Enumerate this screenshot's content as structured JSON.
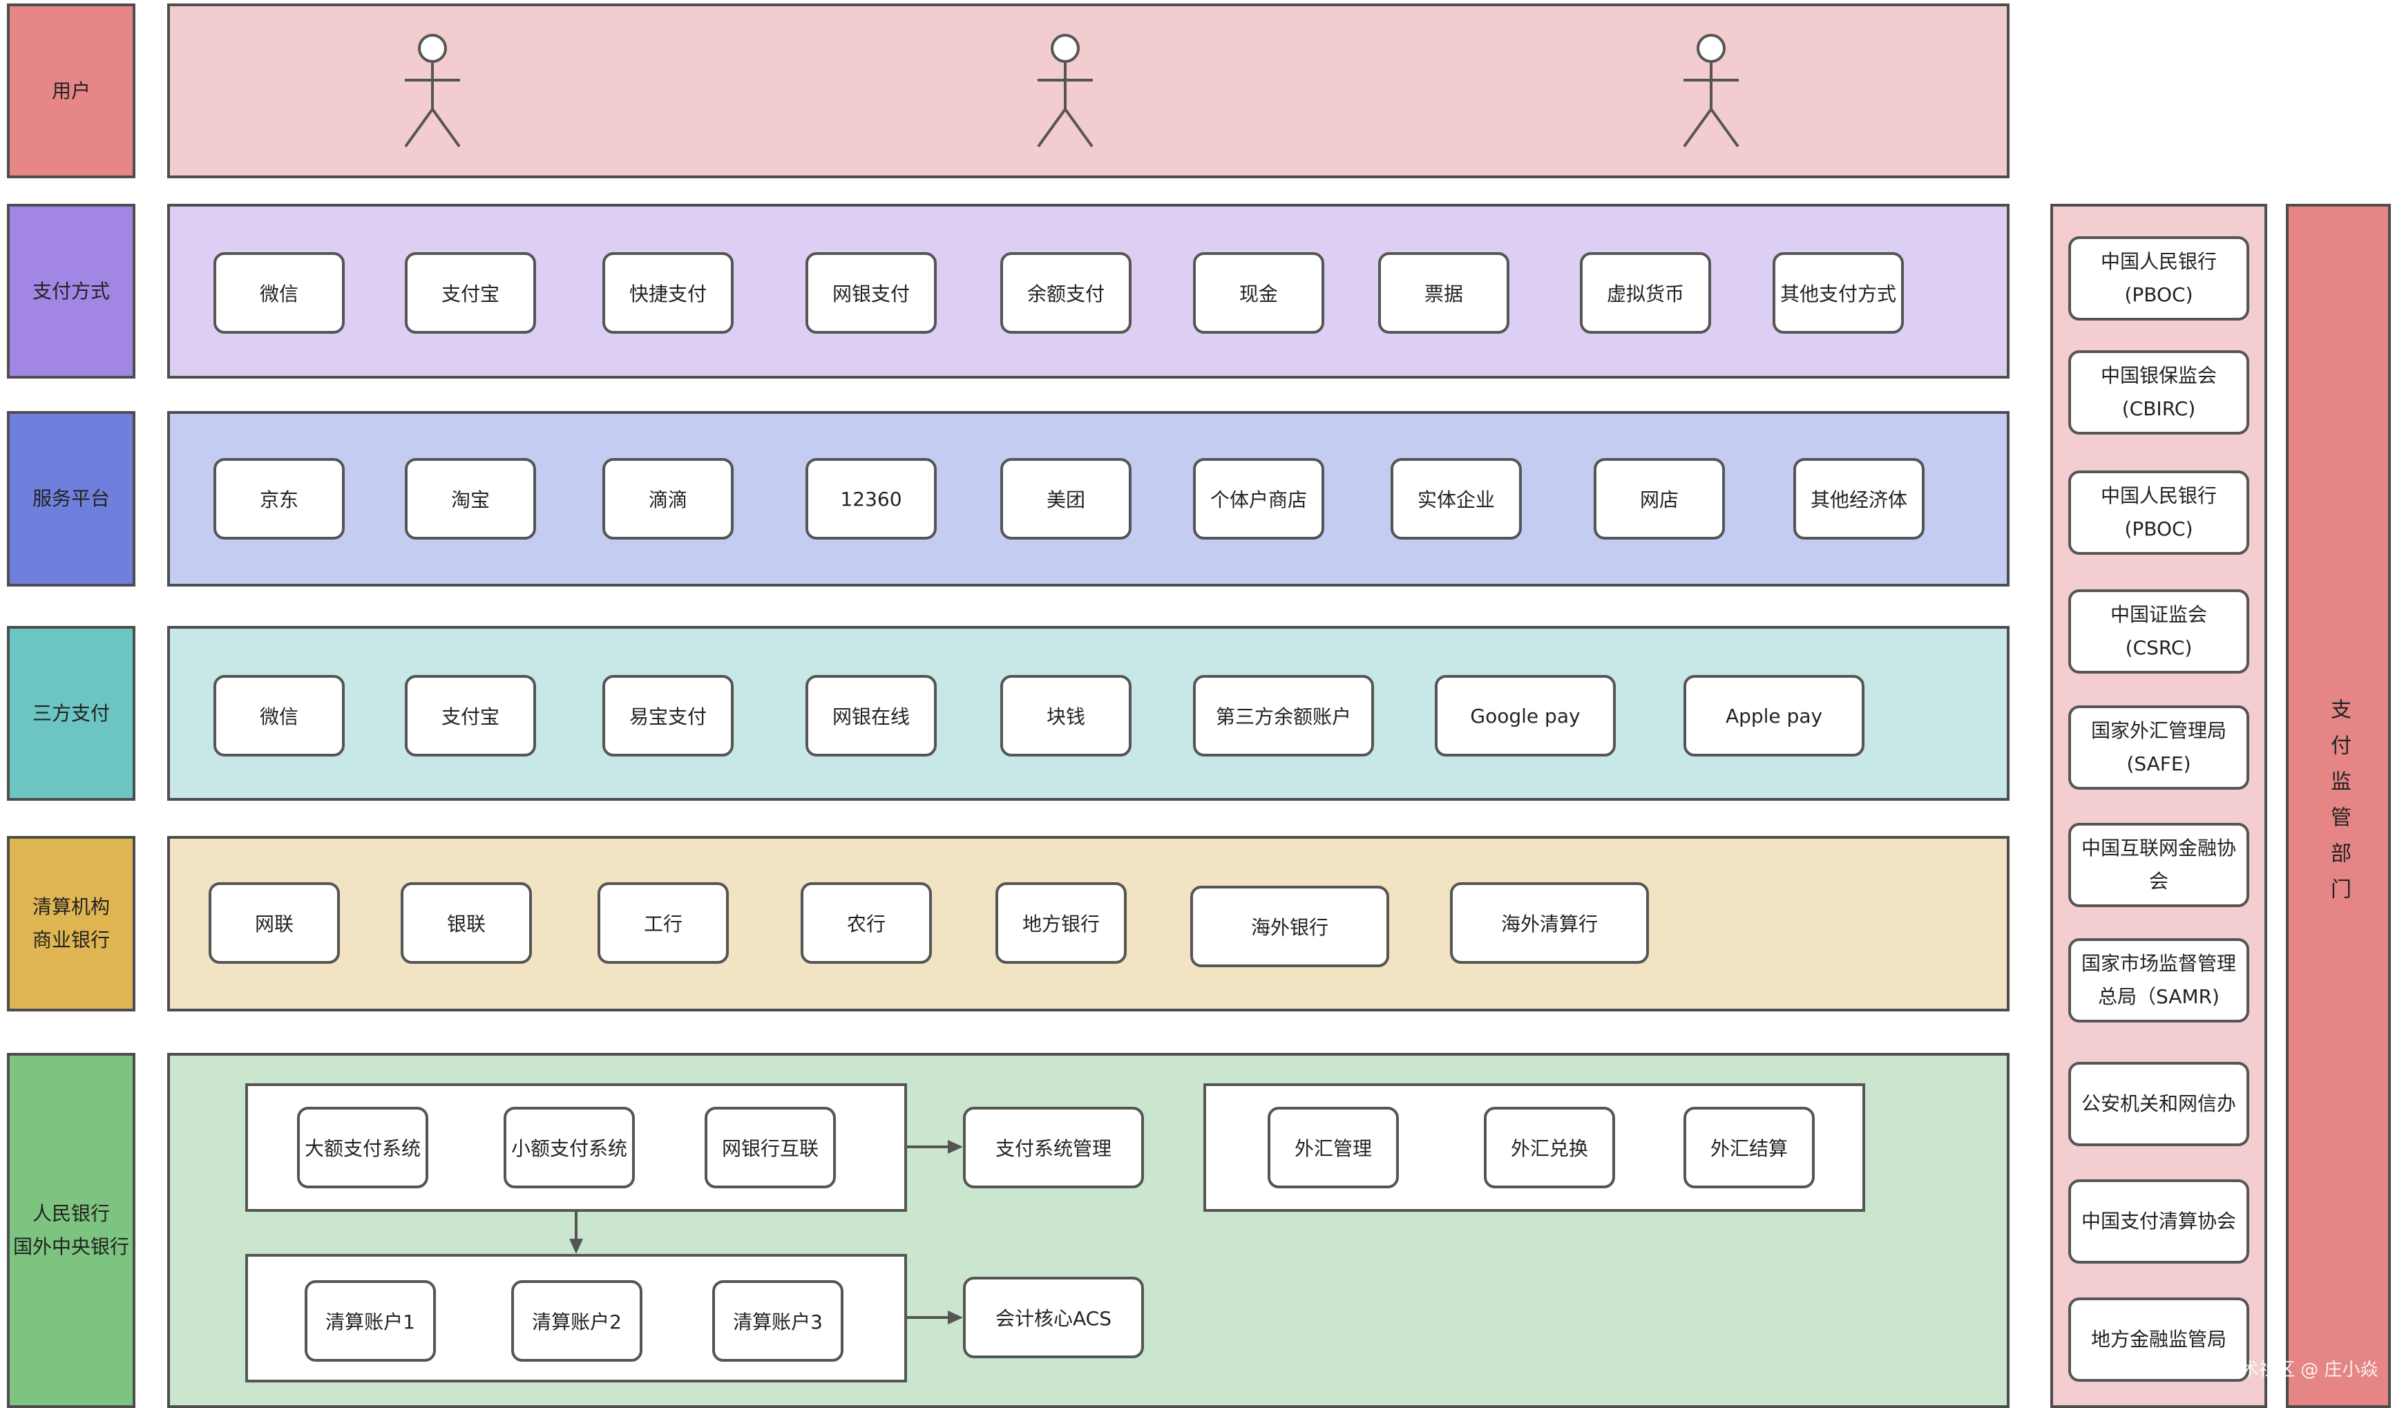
{
  "rows": [
    {
      "key": "user",
      "label": "用户",
      "label_color": "#e78686",
      "band_color": "#f3cccf"
    },
    {
      "key": "payment",
      "label": "支付方式",
      "label_color": "#a186e3",
      "band_color": "#dccff3",
      "items": [
        "微信",
        "支付宝",
        "快捷支付",
        "网银支付",
        "余额支付",
        "现金",
        "票据",
        "虚拟货币",
        "其他支付方式"
      ]
    },
    {
      "key": "platform",
      "label": "服务平台",
      "label_color": "#6f7fdc",
      "band_color": "#c5ccf2",
      "items": [
        "京东",
        "淘宝",
        "滴滴",
        "12360",
        "美团",
        "个体户商店",
        "实体企业",
        "网店",
        "其他经济体"
      ]
    },
    {
      "key": "thirdparty",
      "label": "三方支付",
      "label_color": "#6cc4c3",
      "band_color": "#c7e8e6",
      "items": [
        "微信",
        "支付宝",
        "易宝支付",
        "网银在线",
        "块钱",
        "第三方余额账户",
        "Google pay",
        "Apple pay"
      ]
    },
    {
      "key": "clearing",
      "label": "清算机构\n商业银行",
      "label_color": "#e0b652",
      "band_color": "#f2e3c3",
      "items": [
        "网联",
        "银联",
        "工行",
        "农行",
        "地方银行",
        "海外银行",
        "海外清算行"
      ]
    },
    {
      "key": "central",
      "label": "人民银行\n国外中央银行",
      "label_color": "#7cc480",
      "band_color": "#cae6ce"
    }
  ],
  "central_bank": {
    "systems": [
      "大额支付系统",
      "小额支付系统",
      "网银行互联"
    ],
    "system_mgmt": "支付系统管理",
    "forex": [
      "外汇管理",
      "外汇兑换",
      "外汇结算"
    ],
    "accounts": [
      "清算账户1",
      "清算账户2",
      "清算账户3"
    ],
    "acs": "会计核心ACS"
  },
  "regulators": [
    "中国人民银行\n(PBOC)",
    "中国银保监会\n(CBIRC)",
    "中国人民银行\n(PBOC)",
    "中国证监会\n(CSRC)",
    "国家外汇管理局\n(SAFE)",
    "中国互联网金融协\n会",
    "国家市场监督管理\n总局（SAMR)",
    "公安机关和网信办",
    "中国支付清算协会",
    "地方金融监管局"
  ],
  "supervision_label": "支付监管部门",
  "watermark": "掘金技术社区 @ 庄小焱"
}
